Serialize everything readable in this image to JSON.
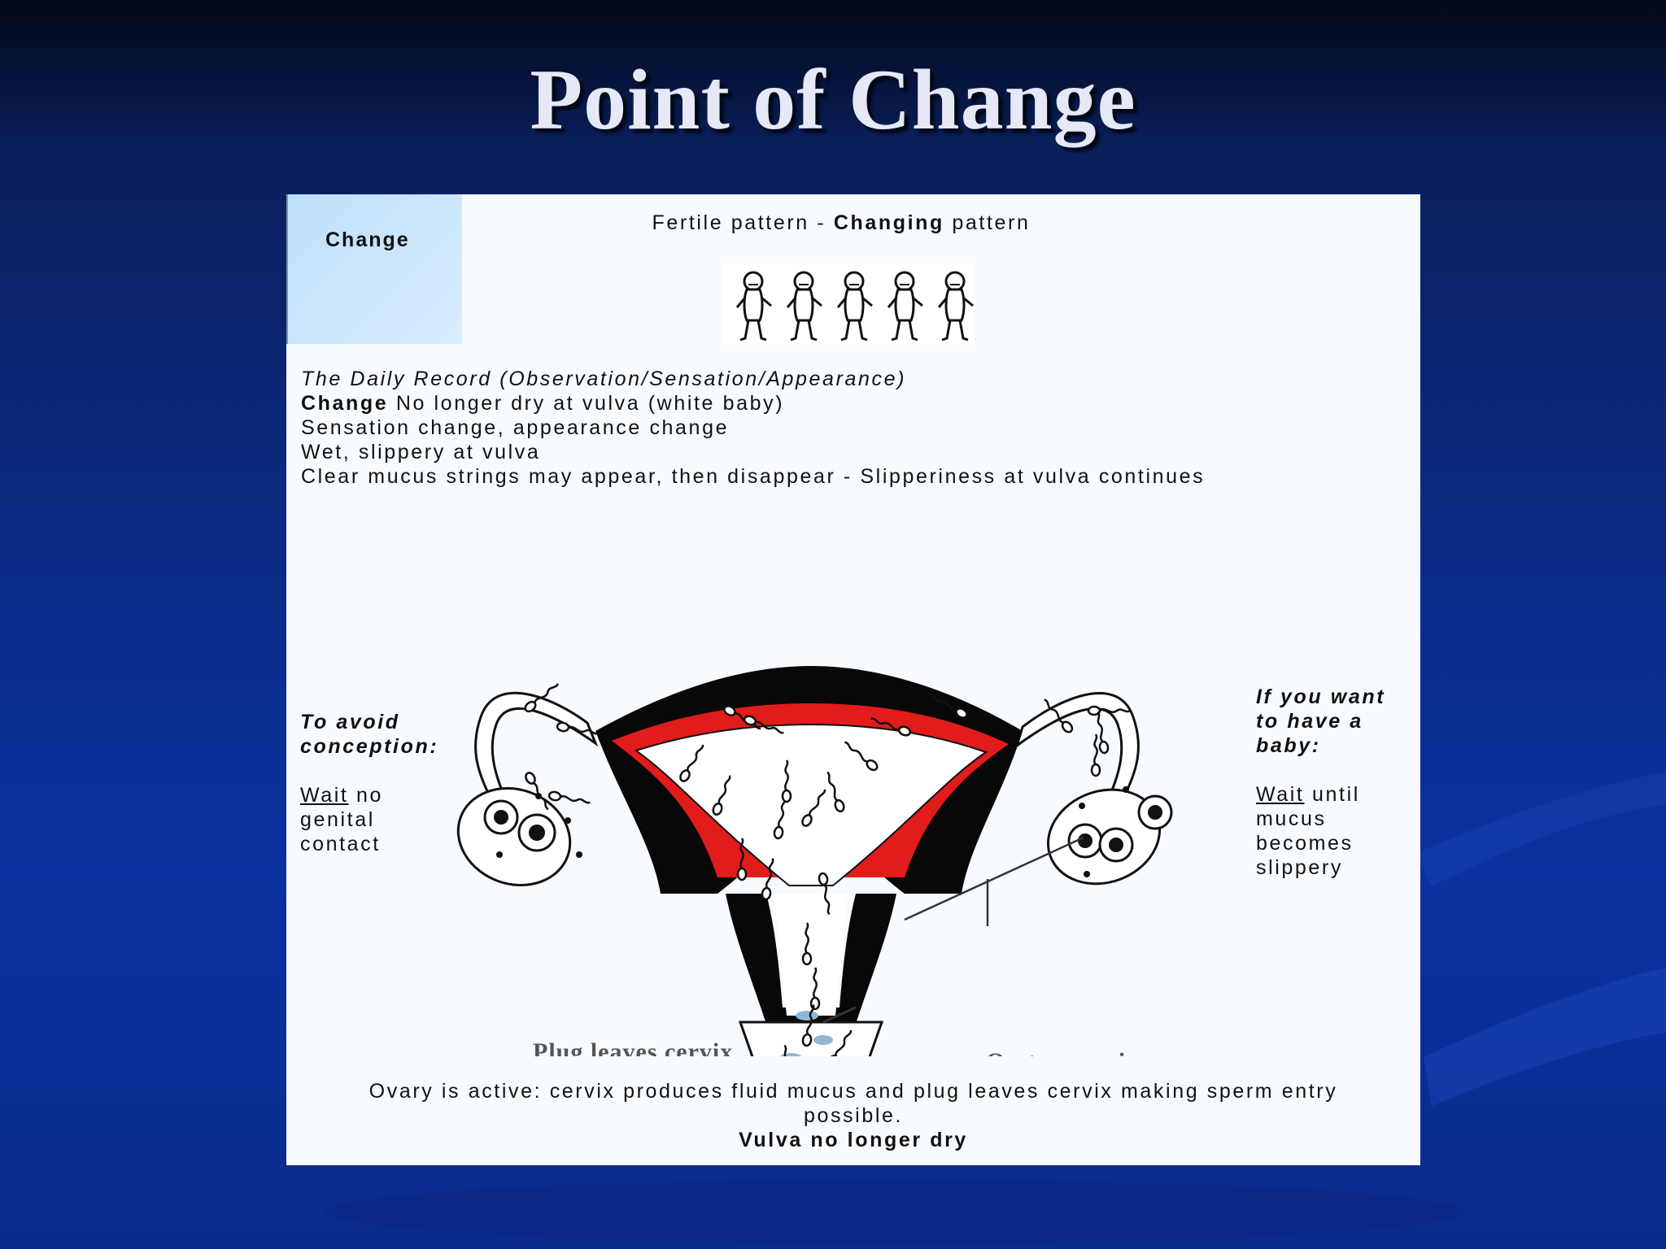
{
  "slide": {
    "title": "Point of Change",
    "colors": {
      "background": "#0b2a80",
      "title": "#e6e8f6",
      "panel": "#f7fbff",
      "change_box": "#cfe8fc",
      "accent_red": "#e21b1b",
      "mucus_blue": "#8fb8d8",
      "plug_yellow": "#f2c200"
    }
  },
  "panel": {
    "change_label": "Change",
    "heading_prefix": "Fertile pattern - ",
    "heading_bold": "Changing",
    "heading_suffix": " pattern",
    "baby_icon_count": 5,
    "record": {
      "line1": "The Daily Record (Observation/Sensation/Appearance)",
      "line2_bold": "Change",
      "line2_rest": " No longer dry at vulva (white baby)",
      "line3": "Sensation change, appearance change",
      "line4": "Wet, slippery at vulva",
      "line5": "Clear mucus strings may appear, then disappear - Slipperiness at vulva continues"
    },
    "left": {
      "heading_line1": "To avoid",
      "heading_line2": "conception:",
      "action_underlined": "Wait",
      "action_rest_line1": " no",
      "action_line2": "genital",
      "action_line3": "contact"
    },
    "right": {
      "heading_line1": "If you want",
      "heading_line2": "to have a",
      "heading_line3": "baby:",
      "action_underlined": "Wait",
      "action_rest_line1": " until",
      "action_line2": "mucus",
      "action_line3": "becomes",
      "action_line4": "slippery"
    },
    "diagram_labels": {
      "plug": "Plug leaves cervix",
      "oestrogen": "Oestrogen rises"
    },
    "footer": {
      "line1": "Ovary is active: cervix produces fluid mucus and plug leaves cervix making sperm entry",
      "line2": "possible.",
      "line3_bold": "Vulva no longer dry"
    }
  }
}
